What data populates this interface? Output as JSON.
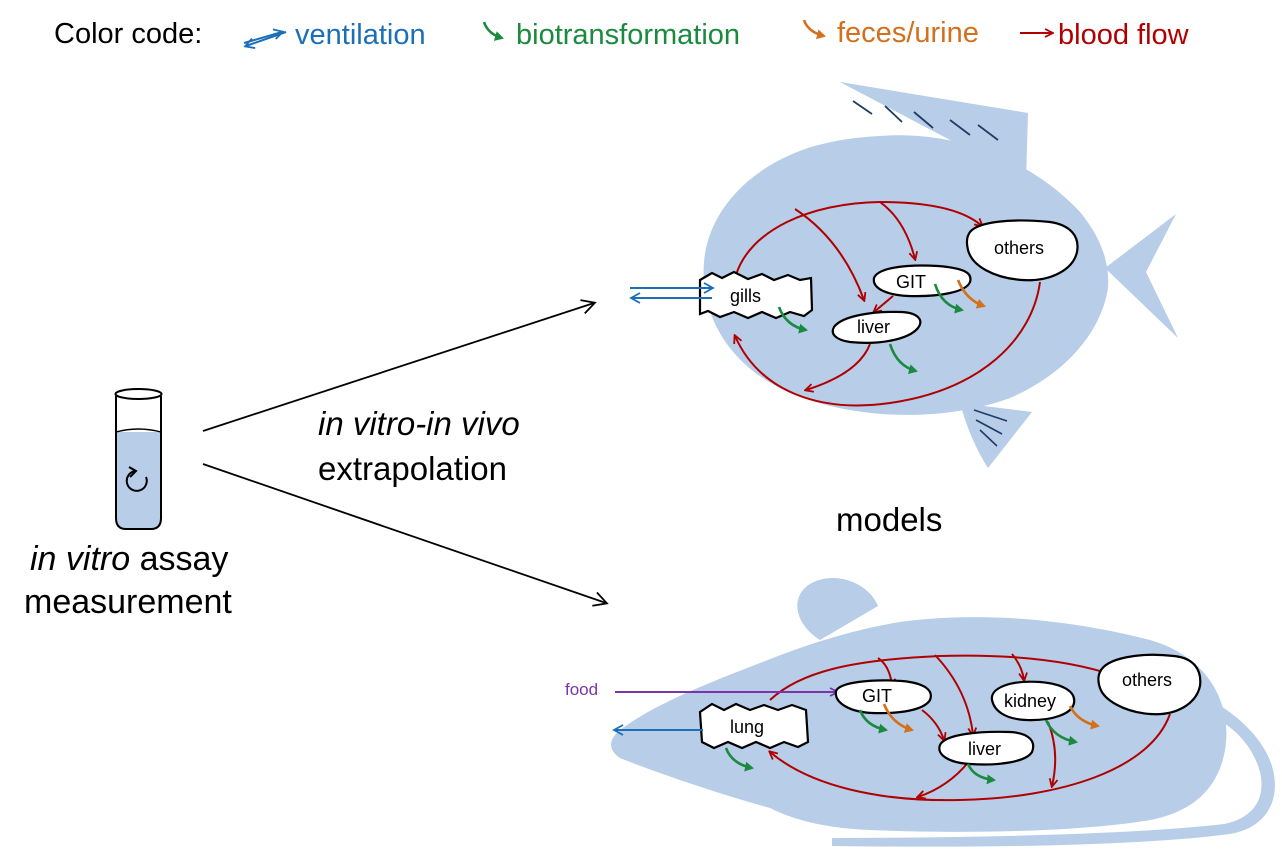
{
  "legend": {
    "title": "Color code:",
    "items": [
      {
        "label": "ventilation",
        "color": "#1b6fb8"
      },
      {
        "label": "biotransformation",
        "color": "#1a8a3e"
      },
      {
        "label": "feces/urine",
        "color": "#d2701b"
      },
      {
        "label": "blood flow",
        "color": "#b00000"
      }
    ]
  },
  "assay": {
    "line1_italic": "in vitro",
    "line1_rest": " assay",
    "line2": "measurement"
  },
  "extrapolation": {
    "italic": "in vitro-in vivo",
    "line2": "extrapolation"
  },
  "models_label": "models",
  "fish": {
    "organs": {
      "gills": "gills",
      "git": "GIT",
      "liver": "liver",
      "others": "others"
    }
  },
  "rat": {
    "organs": {
      "lung": "lung",
      "git": "GIT",
      "kidney": "kidney",
      "liver": "liver",
      "others": "others"
    },
    "food_label": "food"
  },
  "colors": {
    "body": "#b7cde8",
    "ventilation": "#1b6fb8",
    "biotransformation": "#1a8a3e",
    "feces_urine": "#d2701b",
    "blood_flow": "#b00000",
    "food": "#7a35a8"
  }
}
